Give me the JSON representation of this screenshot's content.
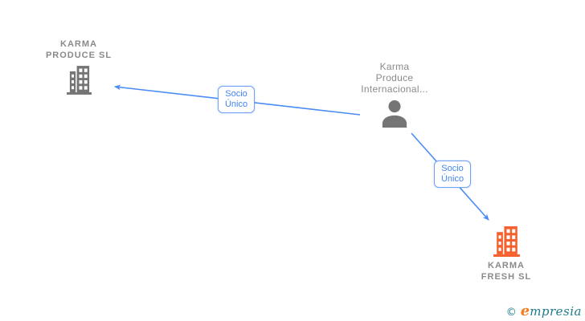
{
  "colors": {
    "background": "#ffffff",
    "edge_blue": "#4a8cf5",
    "label_blue": "#4285f4",
    "node_gray": "#8a8a8a",
    "icon_gray": "#757575",
    "icon_orange": "#f4612e",
    "logo_teal": "#1b7a8c",
    "logo_orange": "#f47b20"
  },
  "nodes": {
    "karma_produce_sl": {
      "name": "KARMA PRODUCE SL",
      "label_lines": [
        "KARMA",
        "PRODUCE SL"
      ],
      "icon": "building-icon"
    },
    "karma_produce_internacional": {
      "name": "Karma Produce Internacional...",
      "label_lines": [
        "Karma",
        "Produce",
        "Internacional..."
      ],
      "icon": "person-icon"
    },
    "karma_fresh_sl": {
      "name": "KARMA FRESH SL",
      "label_lines": [
        "KARMA",
        "FRESH SL"
      ],
      "icon": "building-icon"
    }
  },
  "edges": {
    "edge1": {
      "label": "Socio Único",
      "from": "karma_produce_internacional",
      "to": "karma_produce_sl"
    },
    "edge2": {
      "label": "Socio Único",
      "from": "karma_produce_internacional",
      "to": "karma_fresh_sl"
    }
  },
  "watermark": {
    "copyright": "©",
    "logo_e": "e",
    "logo_rest": "mpresia"
  }
}
